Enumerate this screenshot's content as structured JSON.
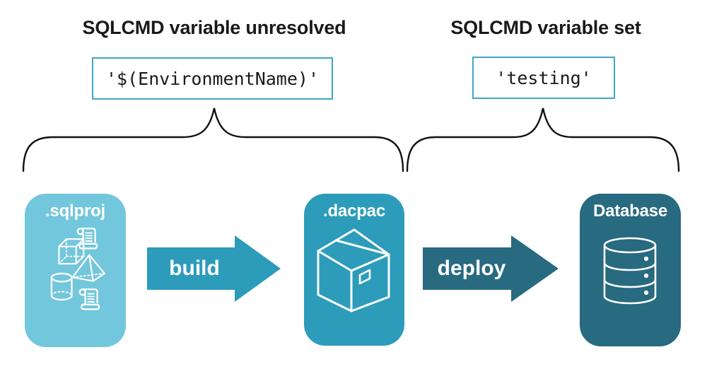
{
  "annotations": {
    "left": {
      "title": "SQLCMD variable unresolved",
      "code": "'$(EnvironmentName)'"
    },
    "right": {
      "title": "SQLCMD variable set",
      "code": "'testing'"
    }
  },
  "pipeline": {
    "stages": [
      {
        "label": ".sqlproj",
        "icon": "sql-source-objects-icon",
        "color": "#72C7DC"
      },
      {
        "label": ".dacpac",
        "icon": "package-icon",
        "color": "#2D9CBA"
      },
      {
        "label": "Database",
        "icon": "database-icon",
        "color": "#286A80"
      }
    ],
    "arrows": [
      {
        "label": "build",
        "color": "#2D9CBA"
      },
      {
        "label": "deploy",
        "color": "#286A80"
      }
    ]
  },
  "colors": {
    "stage_light": "#72C7DC",
    "stage_mid": "#2D9CBA",
    "stage_dark": "#286A80",
    "code_box_border": "#3FA6C3",
    "heading_text": "#1A1A1A",
    "brace_stroke": "#111111",
    "icon_stroke": "#FFFFFF",
    "background": "#FFFFFF"
  }
}
